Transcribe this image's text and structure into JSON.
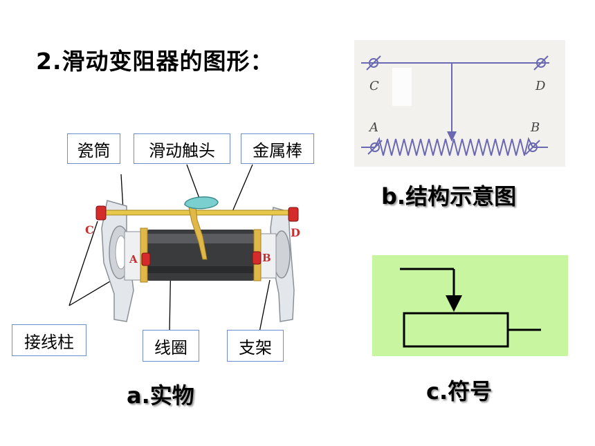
{
  "title": "2.滑动变阻器的图形：",
  "photo": {
    "caption": "a.实物",
    "labels": {
      "porcelain_tube": "瓷筒",
      "slider": "滑动触头",
      "metal_rod": "金属棒",
      "terminal": "接线柱",
      "coil": "线圈",
      "stand": "支架"
    },
    "terminals": {
      "a": "A",
      "b": "B",
      "c": "C",
      "d": "D"
    }
  },
  "schematic": {
    "caption": "b.结构示意图",
    "terminals": {
      "a": "A",
      "b": "B",
      "c": "C",
      "d": "D"
    }
  },
  "symbol": {
    "caption": "c.符号",
    "background": "#c8f5a0"
  },
  "colors": {
    "label_border": "#6f8ccf",
    "schematic_line": "#6a68b0",
    "terminal_red": "#d42b2b",
    "rod_yellow": "#e8c84a"
  }
}
